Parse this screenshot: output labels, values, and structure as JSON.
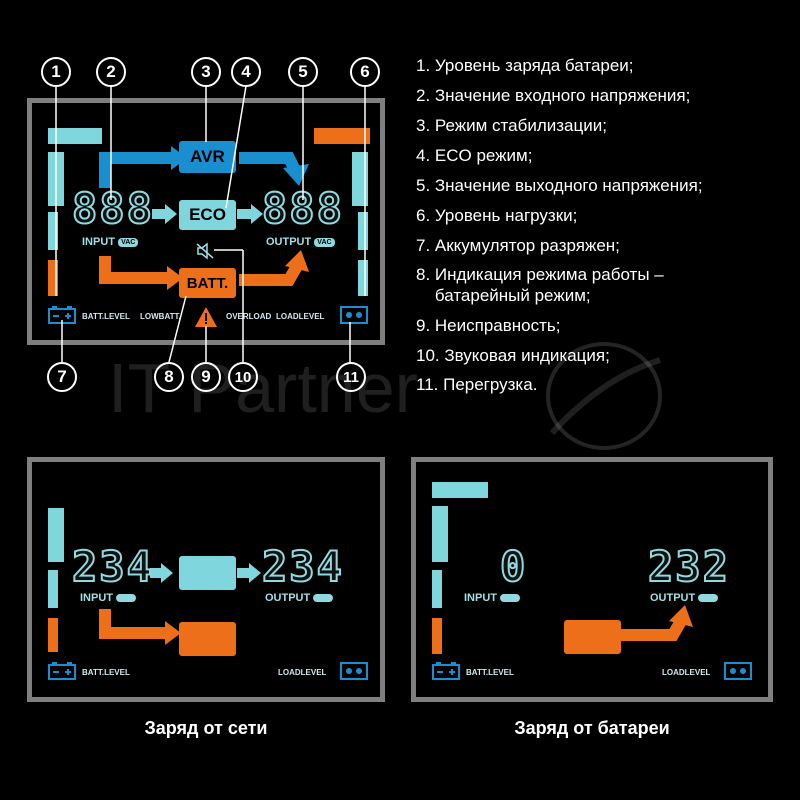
{
  "colors": {
    "cyan": "#7fd6dc",
    "orange": "#ee6f1a",
    "blue": "#1a8fd0",
    "gray": "#7f7f7f",
    "white": "#ffffff"
  },
  "callouts": [
    "1",
    "2",
    "3",
    "4",
    "5",
    "6",
    "7",
    "8",
    "9",
    "10",
    "11"
  ],
  "top_panel": {
    "avr": "AVR",
    "eco": "ECO",
    "batt": "BATT.",
    "input_digits": "888",
    "output_digits": "888",
    "input_label": "INPUT",
    "output_label": "OUTPUT",
    "vac": "VAC",
    "batt_level": "BATT.LEVEL",
    "low_batt": "LOWBATT.",
    "overload": "OVERLOAD",
    "load_level": "LOADLEVEL",
    "sound_icon": "mute-speaker-icon",
    "fault_icon": "warning-triangle-icon"
  },
  "legend": [
    "1. Уровень заряда батареи;",
    "2. Значение входного напряжения;",
    "3. Режим стабилизации;",
    "4. ECO режим;",
    "5. Значение выходного напряжения;",
    "6. Уровень нагрузки;",
    "7. Аккумулятор разряжен;",
    "8. Индикация режима работы –",
    "    батарейный режим;",
    "9. Неисправность;",
    "10. Звуковая индикация;",
    "11. Перегрузка."
  ],
  "watermark": "IT Partner",
  "panel_mains": {
    "input_digits": "234",
    "output_digits": "234",
    "input_label": "INPUT",
    "output_label": "OUTPUT",
    "batt_level": "BATT.LEVEL",
    "load_level": "LOADLEVEL",
    "caption": "Заряд от сети"
  },
  "panel_battery": {
    "input_digits": "0",
    "output_digits": "232",
    "input_label": "INPUT",
    "output_label": "OUTPUT",
    "batt_level": "BATT.LEVEL",
    "load_level": "LOADLEVEL",
    "caption": "Заряд от батареи"
  }
}
